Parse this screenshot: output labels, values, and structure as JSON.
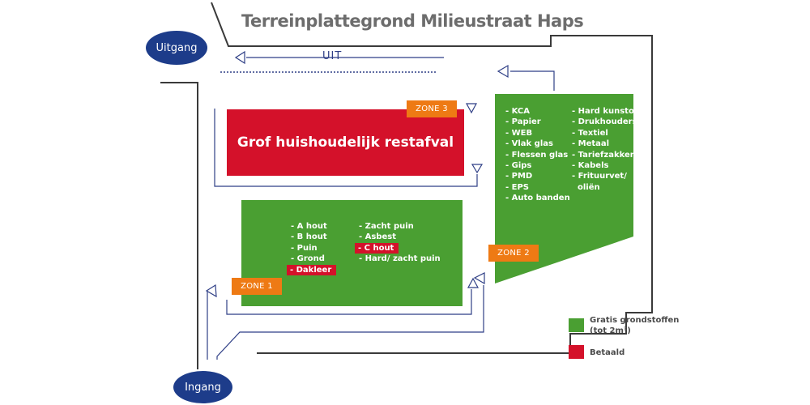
{
  "title": "Terreinplattegrond Milieustraat Haps",
  "exit_label": "Uitgang",
  "entrance_label": "Ingang",
  "uit_label": "UIT",
  "zones": {
    "zone1": "ZONE 1",
    "zone2": "ZONE 2",
    "zone3": "ZONE 3"
  },
  "zone3_block": "Grof huishoudelijk restafval",
  "zone1_list_left": [
    "- A hout",
    "- B hout",
    "- Puin",
    "- Grond",
    "- Dakleer"
  ],
  "zone1_list_right": [
    "- Zacht puin",
    "- Asbest",
    "- C hout",
    "- Hard/ zacht puin"
  ],
  "zone2_list_left": [
    "- KCA",
    "- Papier",
    "- WEB",
    "- Vlak glas",
    "- Flessen glas",
    "- Gips",
    "- PMD",
    "- EPS",
    "- Auto banden"
  ],
  "zone2_list_right": [
    "- Hard kunstof",
    "- Drukhouders",
    "- Textiel",
    "- Metaal",
    "- Tariefzakken",
    "- Kabels",
    "- Frituurvet/",
    "  oliën"
  ],
  "legend": {
    "free_line1": "Gratis grondstoffen",
    "free_line2": "(tot 2m³)",
    "paid": "Betaald"
  },
  "colors": {
    "free": "#4a9f32",
    "paid": "#d4112a",
    "zone": "#ee7a14",
    "oval": "#1d3c8a",
    "arrow": "#2f3f86",
    "border": "#3a3a3a"
  }
}
